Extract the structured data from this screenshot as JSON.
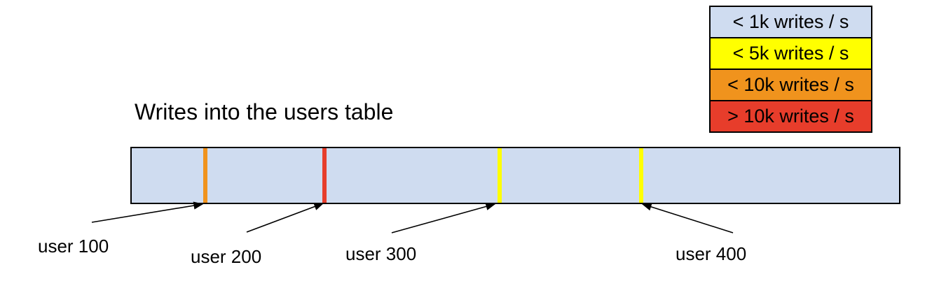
{
  "title": "Writes into the users table",
  "legend": {
    "items": [
      {
        "label": "< 1k writes / s",
        "color": "#cfdcf0"
      },
      {
        "label": "< 5k writes / s",
        "color": "#ffff00"
      },
      {
        "label": "< 10k writes / s",
        "color": "#f0931d"
      },
      {
        "label": "> 10k writes / s",
        "color": "#e73d2b"
      }
    ]
  },
  "bar": {
    "fill": "#cfdcf0",
    "border_color": "#000000",
    "stripes": [
      {
        "user": "user 100",
        "color": "#f0931d",
        "rate": "< 10k writes / s"
      },
      {
        "user": "user 200",
        "color": "#e73d2b",
        "rate": "> 10k writes / s"
      },
      {
        "user": "user 300",
        "color": "#ffff00",
        "rate": "< 5k writes / s"
      },
      {
        "user": "user 400",
        "color": "#ffff00",
        "rate": "< 5k writes / s"
      }
    ]
  },
  "users": [
    {
      "label": "user 100"
    },
    {
      "label": "user 200"
    },
    {
      "label": "user 300"
    },
    {
      "label": "user 400"
    }
  ]
}
